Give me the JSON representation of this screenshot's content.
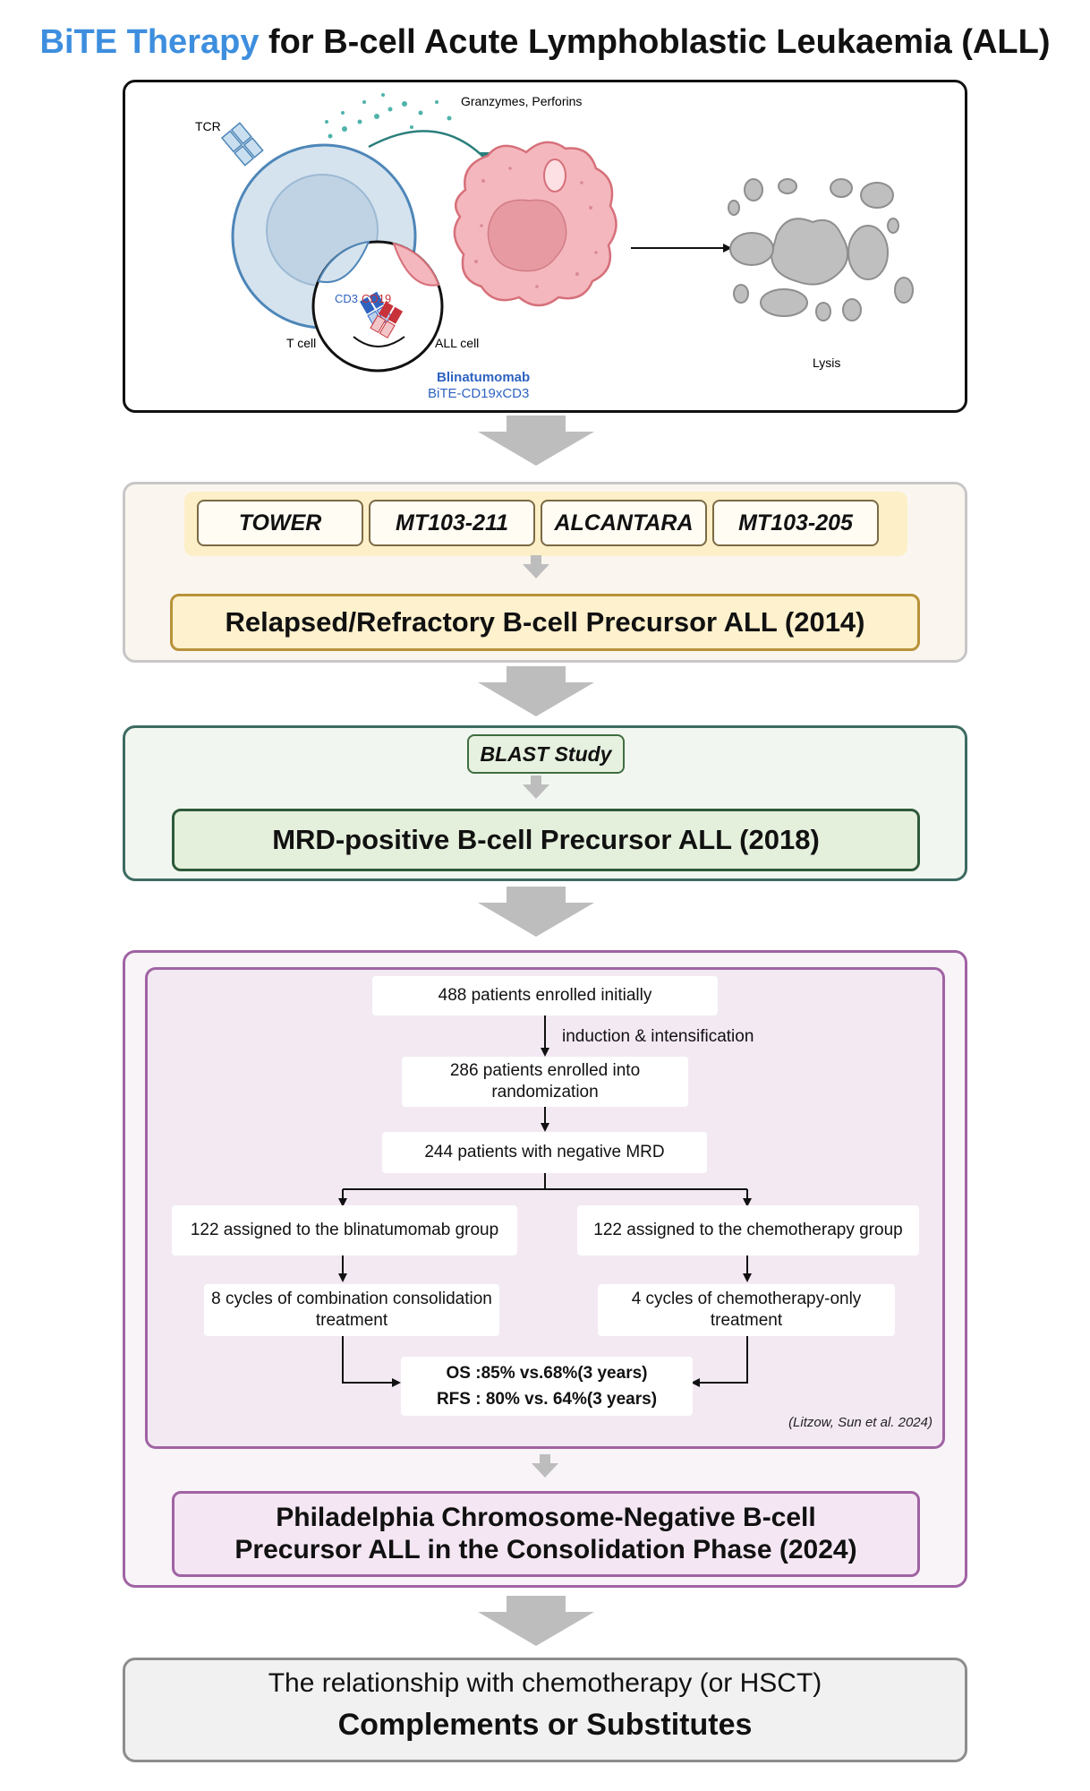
{
  "title": {
    "accent": "BiTE Therapy",
    "rest": " for B-cell Acute Lymphoblastic Leukaemia (ALL)"
  },
  "mechanism": {
    "granzymes": "Granzymes, Perforins",
    "tcr": "TCR",
    "tcell": "T cell",
    "cd3": "CD3",
    "cd19": "CD19",
    "allcell": "ALL cell",
    "drug": "Blinatumomab",
    "drug_sub": "BiTE-CD19xCD3",
    "lysis": "Lysis"
  },
  "stage2": {
    "trials": [
      "TOWER",
      "MT103-211",
      "ALCANTARA",
      "MT103-205"
    ],
    "heading": "Relapsed/Refractory B-cell Precursor ALL (2014)"
  },
  "stage3": {
    "study": "BLAST Study",
    "heading": "MRD-positive B-cell Precursor ALL (2018)"
  },
  "stage4": {
    "n1": "488 patients enrolled initially",
    "induction": "induction & intensification",
    "n2": "286 patients enrolled into randomization",
    "n3": "244 patients with negative MRD",
    "armA": "122 assigned to the blinatumomab group",
    "armB": "122 assigned to the chemotherapy group",
    "treatA": "8 cycles of combination consolidation treatment",
    "treatB": "4 cycles of chemotherapy-only treatment",
    "os": "OS :85% vs.68%(3 years)",
    "rfs": "RFS : 80% vs. 64%(3 years)",
    "citation": "(Litzow, Sun et al. 2024)",
    "heading_line1": "Philadelphia Chromosome-Negative B-cell",
    "heading_line2": "Precursor ALL in the Consolidation Phase (2024)"
  },
  "stage5": {
    "line1": "The relationship with chemotherapy (or HSCT)",
    "line2": "Complements or Substitutes"
  },
  "colors": {
    "accent": "#3d8ede",
    "tcell": "#d5e3ee",
    "allcell": "#f4b7bd",
    "cd3": "#2e63c0",
    "cd19": "#c8323a",
    "arrow": "#bdbdbd"
  }
}
